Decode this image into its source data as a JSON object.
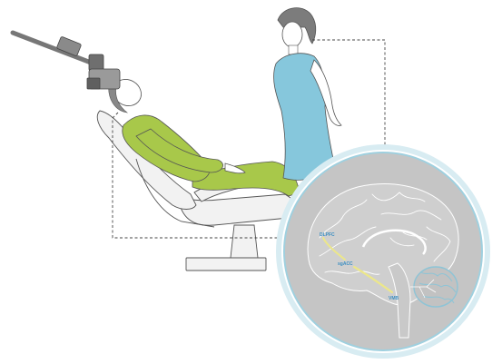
{
  "labels": {
    "dlpfc": "DLPFC",
    "sgacc": "sgACC",
    "vmb": "VMB"
  },
  "colors": {
    "background": "#ffffff",
    "patient_shirt": "#a8c84a",
    "nurse_dress": "#86c7dc",
    "chair": "#f1f1f1",
    "line": "#4a4a4a",
    "brain_circle_fill": "#c5c5c5",
    "brain_circle_ring": "#b8dde7",
    "pathway": "#ece78a",
    "label_text": "#3d8fc2",
    "cerebellum": "#8ec4d6"
  },
  "icons": {
    "tms_coil": "tms-coil-arm-icon",
    "patient": "seated-patient-icon",
    "operator": "standing-operator-icon",
    "brain": "brain-sagittal-icon"
  }
}
